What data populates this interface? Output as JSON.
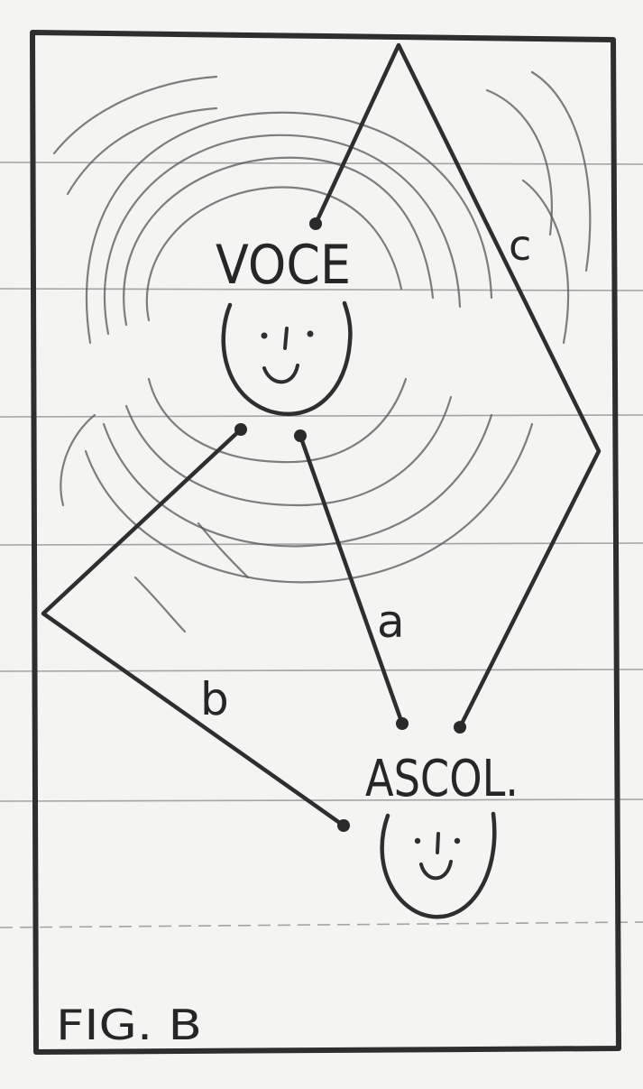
{
  "labels": {
    "speaker": "VOCE",
    "listener": "ASCOL.",
    "path_a": "a",
    "path_b": "b",
    "path_c": "c",
    "figure": "FIG. B"
  }
}
